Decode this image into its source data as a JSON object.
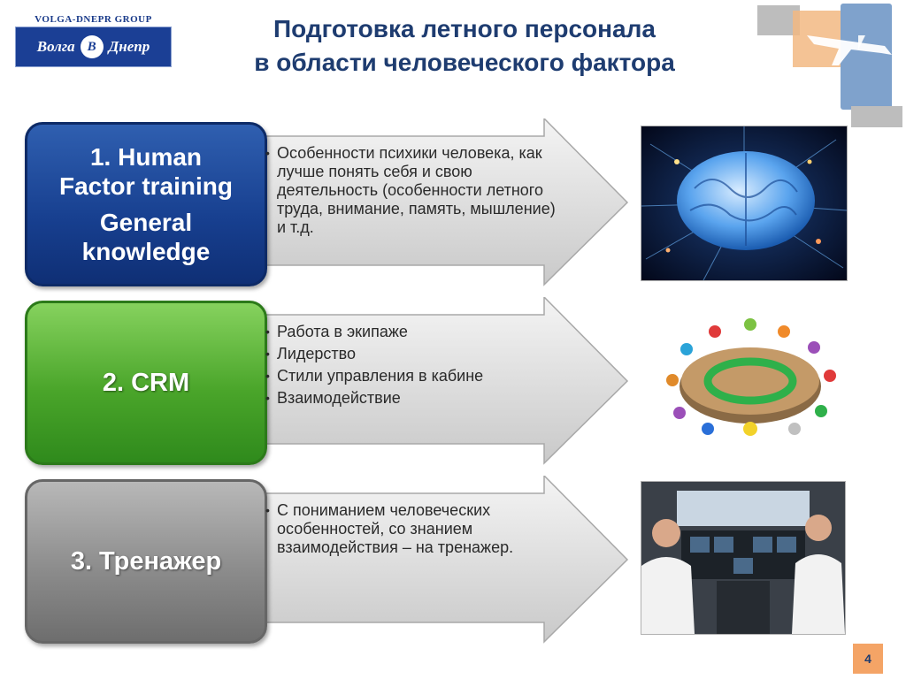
{
  "logo": {
    "group": "VOLGA-DNEPR GROUP",
    "left_word": "Волга",
    "emblem": "В",
    "right_word": "Днепр"
  },
  "title": {
    "line1": "Подготовка летного персонала",
    "line2": "в области человеческого фактора"
  },
  "rows": [
    {
      "box_line1": "1. Human",
      "box_line2": "Factor training",
      "box_line3": "General",
      "box_line4": "knowledge",
      "bullets": [
        "Особенности психики человека, как лучше понять себя  и свою деятельность  (особенности летного труда, внимание, память, мышление)  и т.д."
      ],
      "picture_icon": "brain-image"
    },
    {
      "box_label": "2. CRM",
      "bullets": [
        "Работа в экипаже",
        "Лидерство",
        "Стили управления в кабине",
        "Взаимодействие"
      ],
      "picture_icon": "team-table-image"
    },
    {
      "box_label": "3. Тренажер",
      "bullets": [
        "С пониманием человеческих особенностей, со знанием взаимодействия – на тренажер."
      ],
      "picture_icon": "cockpit-pilots-image"
    }
  ],
  "colors": {
    "title": "#1e3c70",
    "box1": "#173f8f",
    "box2": "#4aa52a",
    "box3": "#8c8c8c",
    "page_badge": "#f4a466"
  },
  "page_number": "4"
}
